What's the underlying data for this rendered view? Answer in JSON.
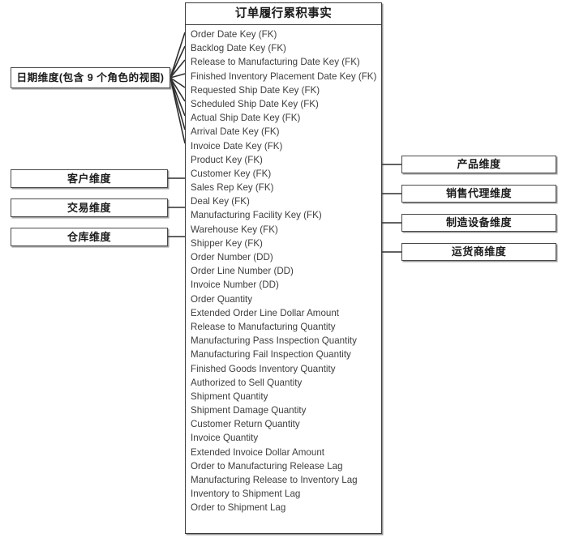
{
  "diagram": {
    "title": "订单履行累积事实",
    "type": "star-schema-data-model"
  },
  "fact_table": {
    "title": "订单履行累积事实",
    "fields": [
      "Order Date Key (FK)",
      "Backlog Date Key (FK)",
      "Release to Manufacturing Date Key (FK)",
      "Finished Inventory Placement Date Key (FK)",
      "Requested Ship Date Key (FK)",
      "Scheduled Ship Date Key (FK)",
      "Actual Ship Date Key (FK)",
      "Arrival Date Key (FK)",
      "Invoice Date Key (FK)",
      "Product Key (FK)",
      "Customer Key (FK)",
      "Sales Rep Key (FK)",
      "Deal Key (FK)",
      "Manufacturing Facility Key (FK)",
      "Warehouse Key (FK)",
      "Shipper Key (FK)",
      "Order Number (DD)",
      "Order Line Number (DD)",
      "Invoice Number (DD)",
      "Order Quantity",
      "Extended Order Line Dollar Amount",
      "Release to Manufacturing Quantity",
      "Manufacturing Pass Inspection Quantity",
      "Manufacturing Fail Inspection Quantity",
      "Finished Goods Inventory Quantity",
      "Authorized to Sell Quantity",
      "Shipment Quantity",
      "Shipment Damage Quantity",
      "Customer Return Quantity",
      "Invoice Quantity",
      "Extended Invoice Dollar Amount",
      "Order to Manufacturing Release Lag",
      "Manufacturing Release to Inventory Lag",
      "Inventory to Shipment Lag",
      "Order to Shipment Lag"
    ]
  },
  "left_dimensions": [
    {
      "label": "日期维度(包含 9 个角色的视图)"
    },
    {
      "label": "客户维度"
    },
    {
      "label": "交易维度"
    },
    {
      "label": "仓库维度"
    }
  ],
  "right_dimensions": [
    {
      "label": "产品维度"
    },
    {
      "label": "销售代理维度"
    },
    {
      "label": "制造设备维度"
    },
    {
      "label": "运货商维度"
    }
  ],
  "colors": {
    "line": "#3a3a3a",
    "text": "#3d3d3d",
    "heading": "#1a1a1a",
    "background": "#ffffff"
  }
}
